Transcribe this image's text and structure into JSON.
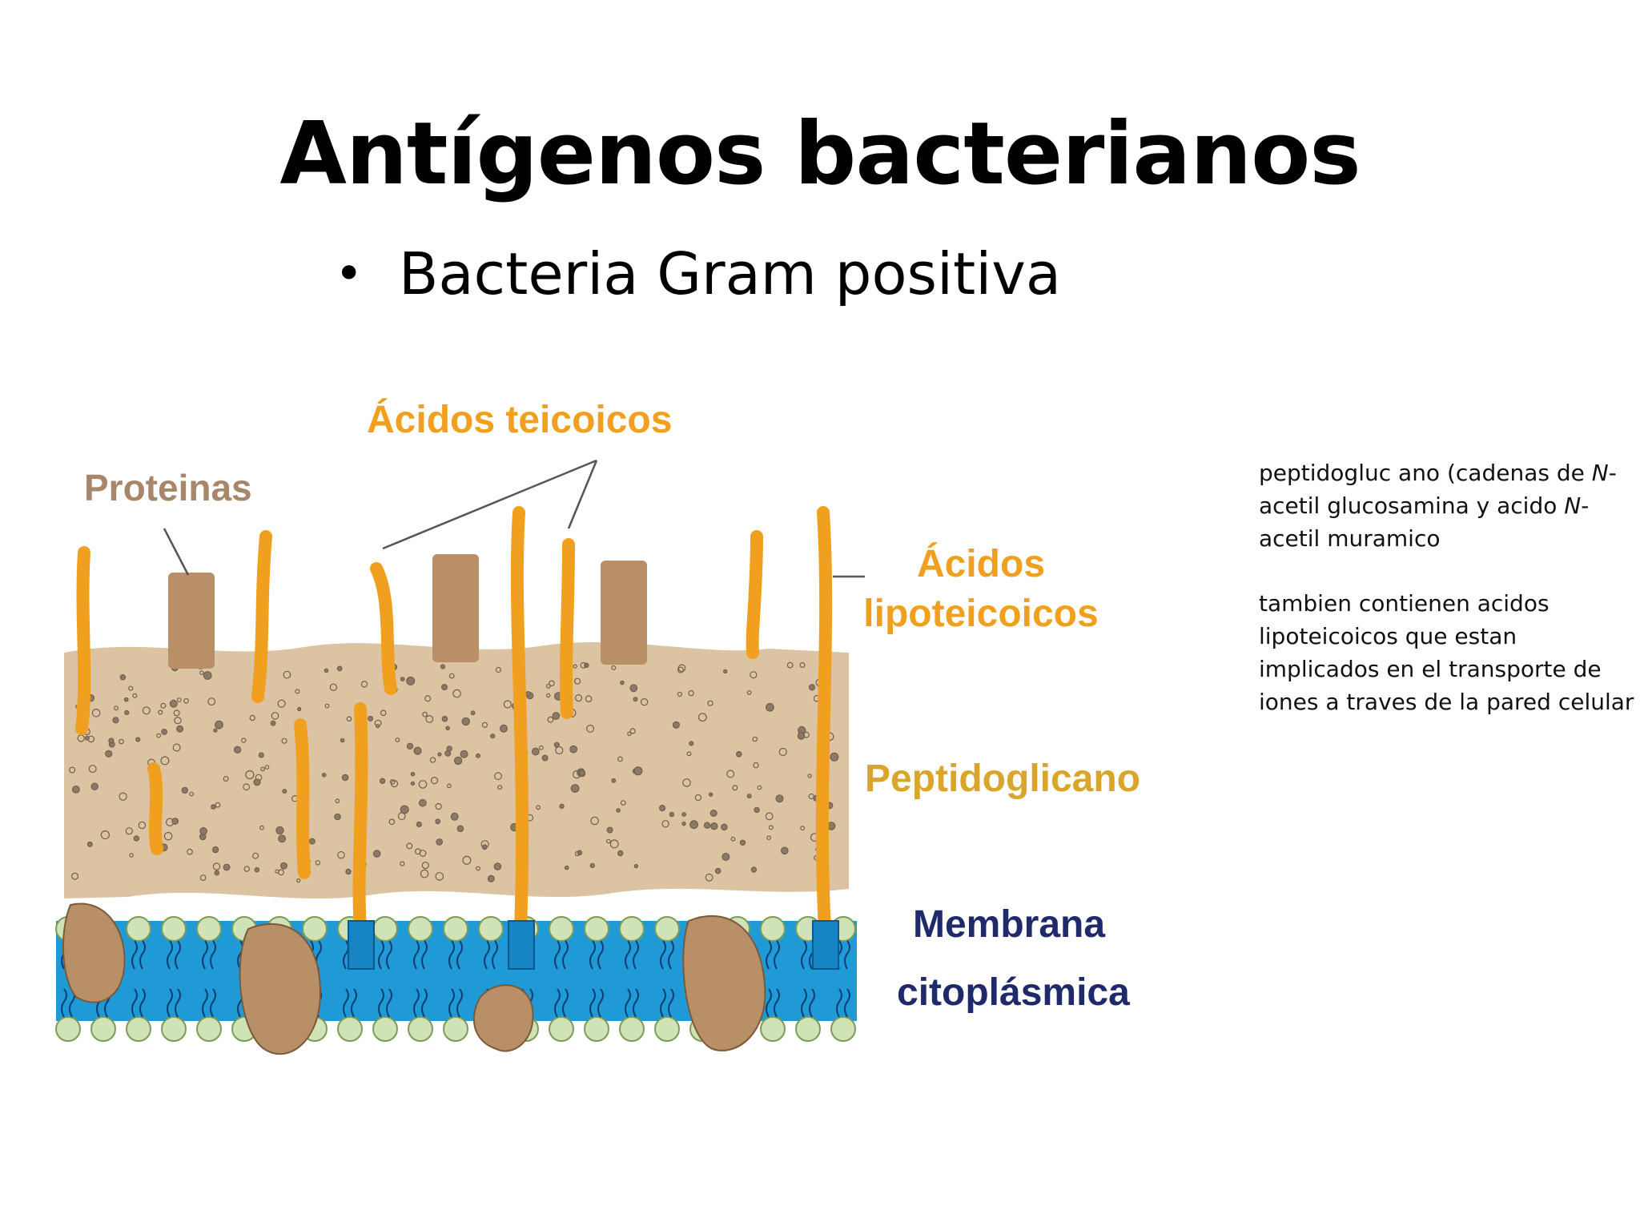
{
  "slide": {
    "title": "Antígenos bacterianos",
    "bullet": "Bacteria Gram positiva"
  },
  "diagram": {
    "labels": {
      "proteins": "Proteinas",
      "teichoic_acids": "Ácidos teicoicos",
      "lipoteichoic_1": "Ácidos",
      "lipoteichoic_2": "lipoteicoicos",
      "peptidoglycan": "Peptidoglicano",
      "membrane_1": "Membrana",
      "membrane_2": "citoplásmica"
    },
    "colors": {
      "wall": "#dcc3a2",
      "protein": "#b98f67",
      "teichoic": "#f0a01e",
      "membrane": "#1f9ad6",
      "lipid_head": "#cfe3b6",
      "label_orange": "#f0a01e",
      "label_brown": "#a8866a",
      "label_gold": "#d9a52a",
      "label_navy": "#1f2a6b"
    }
  },
  "notes": {
    "para1_pre": "peptidogluc ano (cadenas de ",
    "para1_em1": "N",
    "para1_mid": "-acetil glucosamina y acido ",
    "para1_em2": "N",
    "para1_post": "-acetil muramico",
    "para2": "tambien contienen acidos lipoteicoicos que estan implicados en el transporte de iones a traves de la pared celular"
  }
}
